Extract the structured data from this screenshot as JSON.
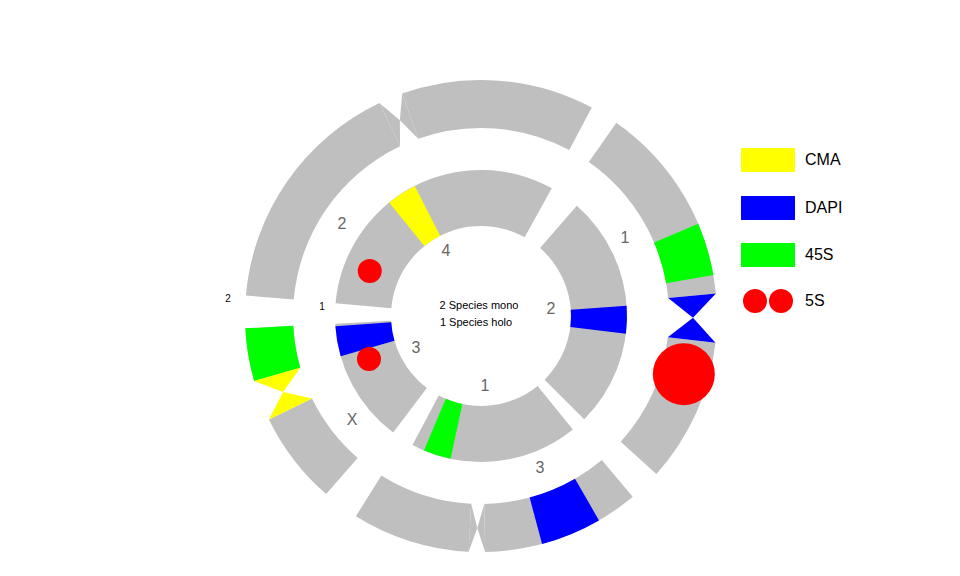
{
  "diagram": {
    "labels": [
      "2",
      "1",
      "3",
      "4",
      "2",
      "3",
      "1",
      "X",
      "2",
      "1",
      "2 Species mono",
      "1 Species holo"
    ],
    "legend": [
      {
        "text": "CMA",
        "color": "#ffff00"
      },
      {
        "text": "DAPI",
        "color": "#0000ff"
      },
      {
        "text": "45S",
        "color": "#00ff00"
      },
      {
        "text": "5S"
      }
    ]
  }
}
